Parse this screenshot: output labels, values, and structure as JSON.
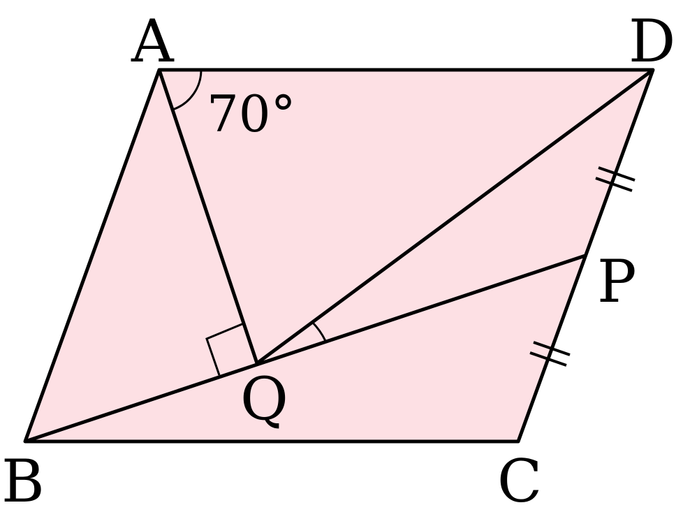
{
  "points": {
    "A": "A",
    "B": "B",
    "C": "C",
    "D": "D",
    "P": "P",
    "Q": "Q"
  },
  "angle_label": "70°",
  "colors": {
    "fill": "#fde0e4",
    "stroke": "#000000"
  }
}
